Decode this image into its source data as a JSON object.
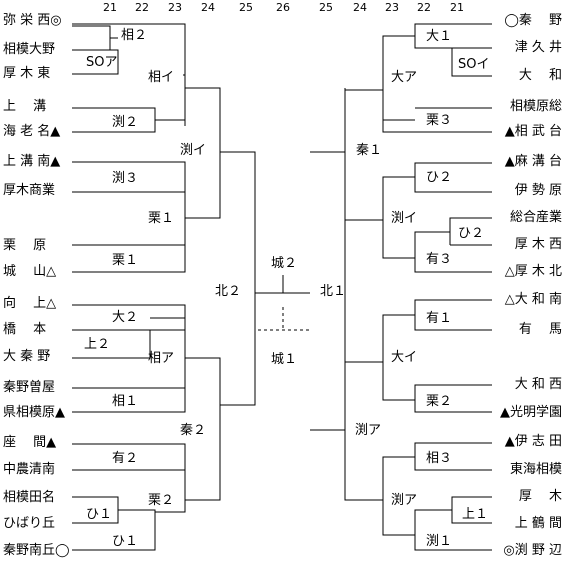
{
  "rounds_header": [
    "21",
    "22",
    "23",
    "24",
    "25",
    "26",
    "25",
    "24",
    "23",
    "22",
    "21"
  ],
  "left_teams": [
    "弥 栄 西◎",
    "相模大野",
    "厚 木 東",
    "上　 溝",
    "海 老 名▲",
    "上 溝 南▲",
    "厚木商業",
    "栗　 原",
    "城　 山△",
    "向　 上△",
    "橋　 本",
    "大 秦 野",
    "秦野曽屋",
    "県相模原▲",
    "座　 間▲",
    "中農清南",
    "相模田名",
    "ひばり丘",
    "秦野南丘◯"
  ],
  "right_teams": [
    "◯秦　 野",
    "津 久 井",
    "大　 和",
    "相模原総",
    "▲相 武 台",
    "▲麻 溝 台",
    "伊 勢 原",
    "総合産業",
    "厚 木 西",
    "△厚 木 北",
    "△大 和 南",
    "有　 馬",
    "大 和 西",
    "▲光明学園",
    "▲伊 志 田",
    "東海相模",
    "厚　 木",
    "上 鶴 間",
    "◎渕 野 辺"
  ],
  "results": {
    "l_sagami2": "相２",
    "l_so_a": "SOア",
    "l_sagami_i": "相イ",
    "l_fuchi2": "渕２",
    "l_fuchi3": "渕３",
    "l_fuchi_i": "渕イ",
    "l_kuri1a": "栗１",
    "l_kuri1b": "栗１",
    "l_dai2": "大２",
    "l_kami2": "上２",
    "l_sagami_a": "相ア",
    "l_sagami1": "相１",
    "l_ari2": "有２",
    "l_hi1a": "ひ１",
    "l_hi1b": "ひ１",
    "l_kuri2": "栗２",
    "l_hata2": "秦２",
    "l_kita2": "北２",
    "c_shiro2": "城２",
    "c_shiro1": "城１",
    "r_kita1": "北１",
    "r_hata1": "秦１",
    "r_dai1": "大１",
    "r_so_i": "SOイ",
    "r_dai_a": "大ア",
    "r_kuri3": "栗３",
    "r_hi2a": "ひ２",
    "r_hi2b": "ひ２",
    "r_fuchi_i": "渕イ",
    "r_ari3": "有３",
    "r_fuchi_a": "渕ア",
    "r_ari1": "有１",
    "r_dai_i": "大イ",
    "r_kuri2": "栗２",
    "r_sagami3": "相３",
    "r_fuchi_a2": "渕ア",
    "r_kami1": "上１",
    "r_fuchi1": "渕１"
  }
}
